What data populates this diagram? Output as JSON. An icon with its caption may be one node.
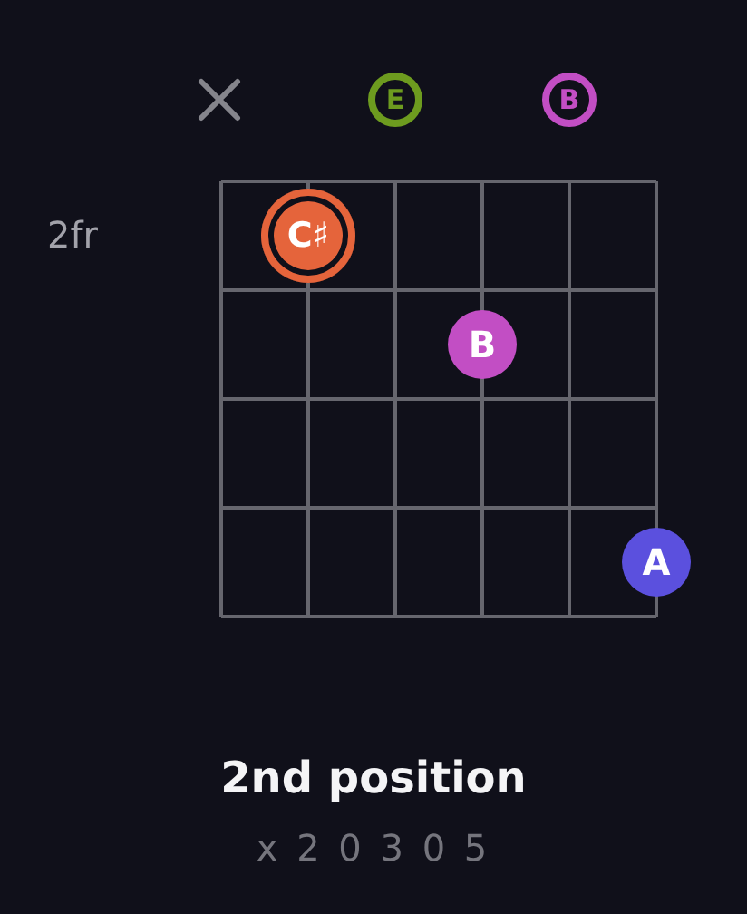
{
  "diagram": {
    "title": "2nd position",
    "nodes": [
      {
        "text": [
          "E"
        ]
      },
      {
        "text": [
          "B"
        ]
      },
      {
        "text": [
          "C♯"
        ]
      },
      {
        "text": [
          "B"
        ]
      },
      {
        "text": [
          "A"
        ]
      }
    ],
    "labels": [
      "2fr",
      "x 2 0 3 0 5"
    ]
  }
}
